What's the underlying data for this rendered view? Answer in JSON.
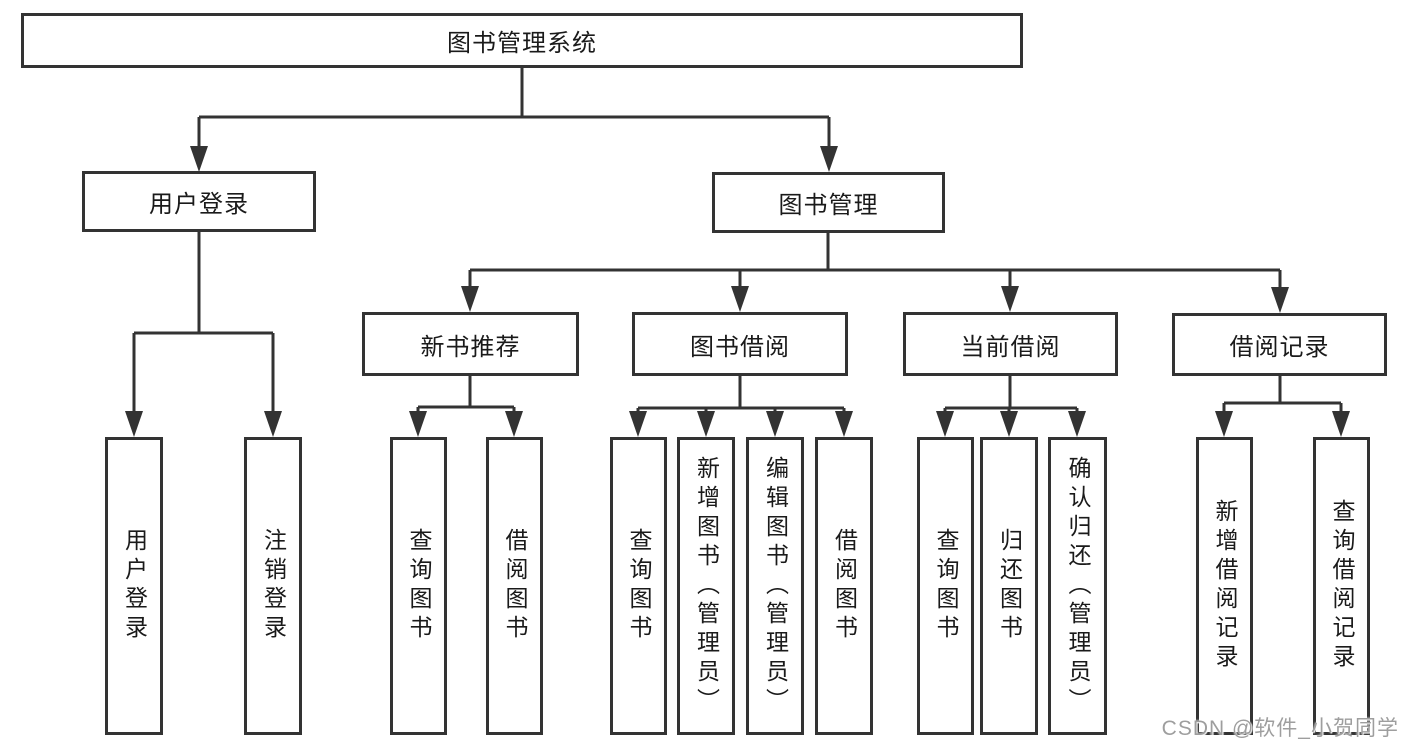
{
  "diagram": {
    "root": {
      "label": "图书管理系统"
    },
    "level2": [
      {
        "label": "用户登录",
        "children": [
          {
            "label": "用户登录"
          },
          {
            "label": "注销登录"
          }
        ]
      },
      {
        "label": "图书管理",
        "children": [
          {
            "label": "新书推荐",
            "children": [
              {
                "label": "查询图书"
              },
              {
                "label": "借阅图书"
              }
            ]
          },
          {
            "label": "图书借阅",
            "children": [
              {
                "label": "查询图书"
              },
              {
                "label": "新增图书（管理员）"
              },
              {
                "label": "编辑图书（管理员）"
              },
              {
                "label": "借阅图书"
              }
            ]
          },
          {
            "label": "当前借阅",
            "children": [
              {
                "label": "查询图书"
              },
              {
                "label": "归还图书"
              },
              {
                "label": "确认归还（管理员）"
              }
            ]
          },
          {
            "label": "借阅记录",
            "children": [
              {
                "label": "新增借阅记录"
              },
              {
                "label": "查询借阅记录"
              }
            ]
          }
        ]
      }
    ]
  },
  "watermark": {
    "text": "CSDN @软件_小贺同学"
  },
  "colors": {
    "line": "#333333",
    "box_border": "#333333",
    "text": "#1a1a1a",
    "watermark": "#9e9e9e",
    "background": "#ffffff"
  }
}
